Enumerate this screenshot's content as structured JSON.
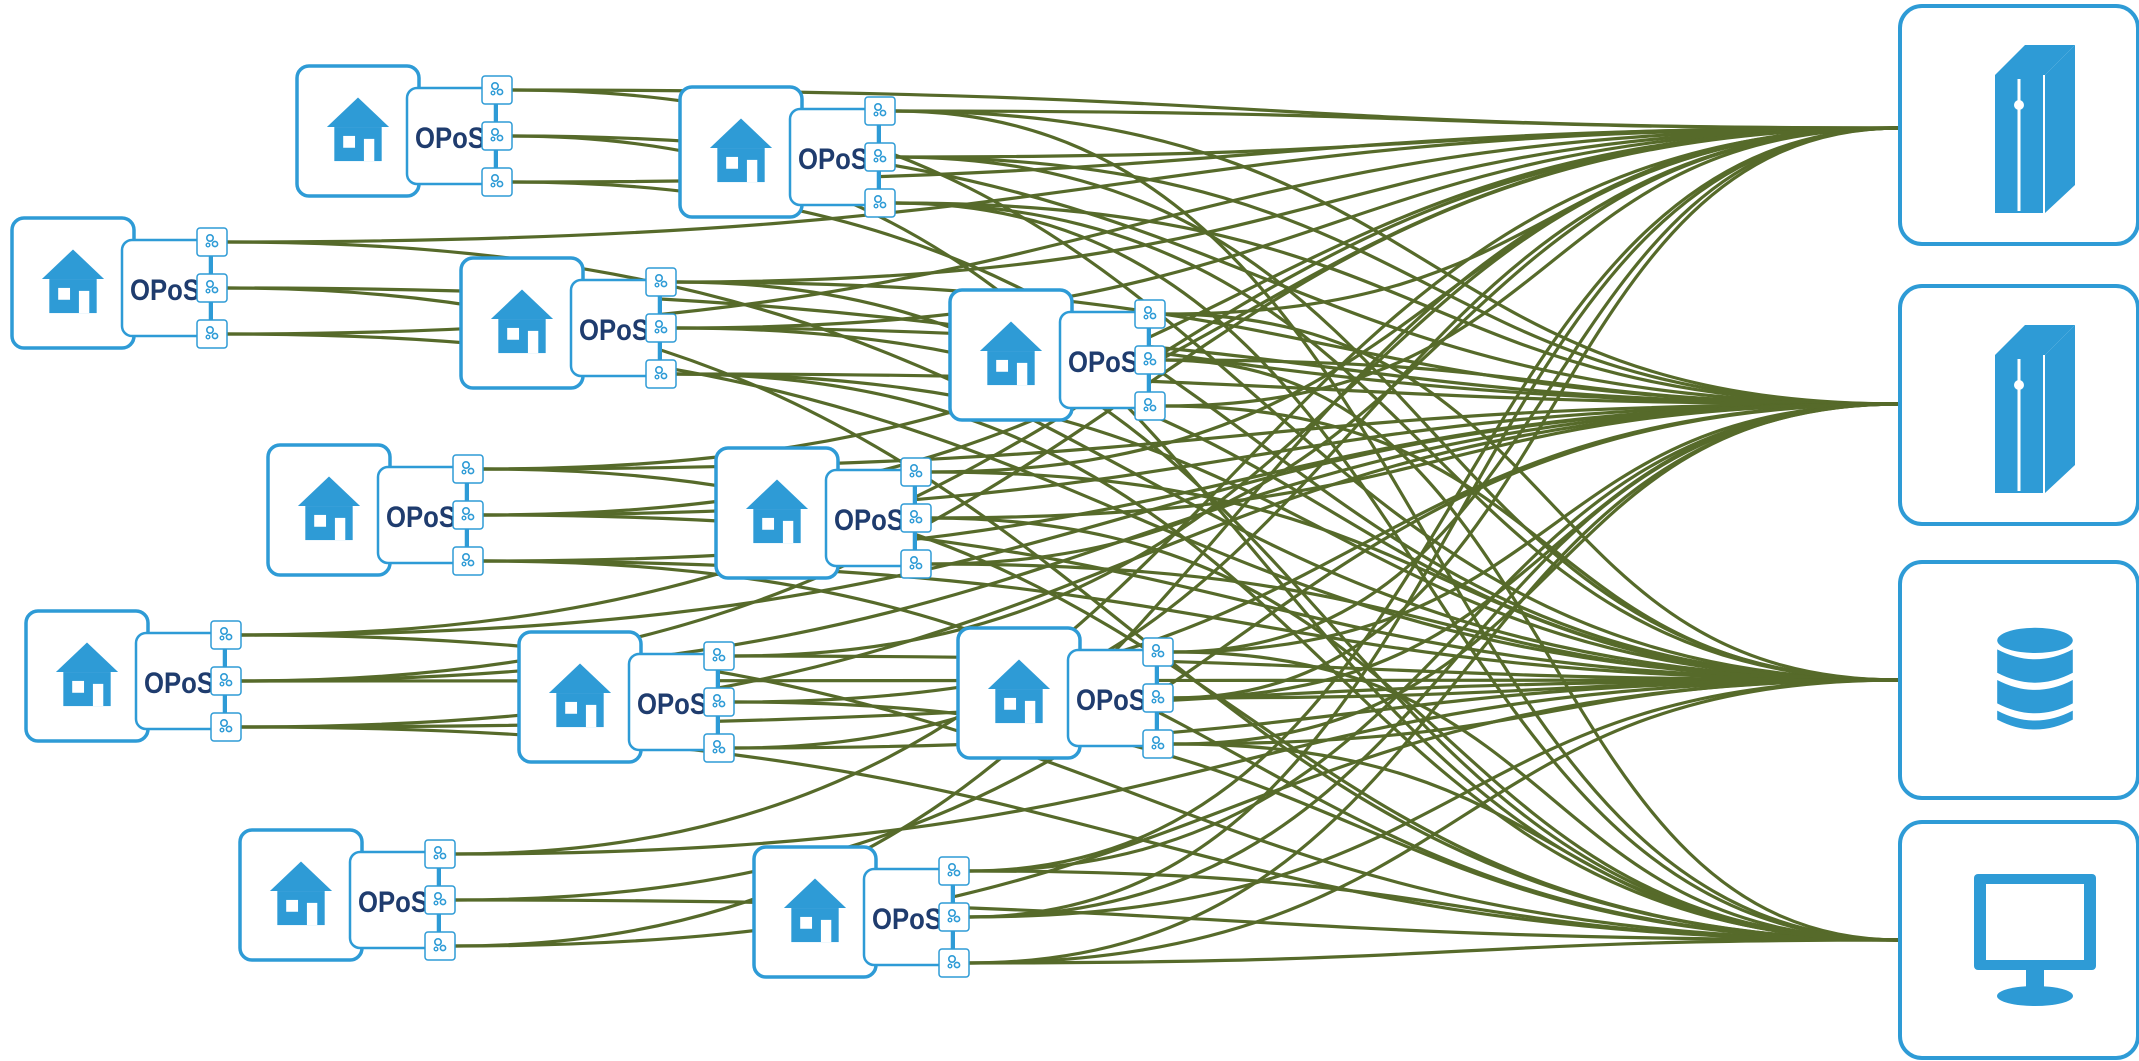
{
  "colors": {
    "box_border": "#2e9bd6",
    "icon_fill": "#2e9bd6",
    "edge": "#566a2a",
    "label_text": "#1f3c6e"
  },
  "site_label": "OPoS",
  "sites": [
    {
      "id": "site-1",
      "icon": "house-icon"
    },
    {
      "id": "site-2",
      "icon": "house-icon"
    },
    {
      "id": "site-3",
      "icon": "house-icon"
    },
    {
      "id": "site-4",
      "icon": "house-icon"
    },
    {
      "id": "site-5",
      "icon": "house-icon"
    },
    {
      "id": "site-6",
      "icon": "house-icon"
    },
    {
      "id": "site-7",
      "icon": "house-icon"
    },
    {
      "id": "site-8",
      "icon": "house-icon"
    },
    {
      "id": "site-9",
      "icon": "house-icon"
    },
    {
      "id": "site-10",
      "icon": "house-icon"
    },
    {
      "id": "site-11",
      "icon": "house-icon"
    },
    {
      "id": "site-12",
      "icon": "house-icon"
    }
  ],
  "port_icon": "gears-icon",
  "targets": [
    {
      "id": "server-1",
      "icon": "server-icon"
    },
    {
      "id": "server-2",
      "icon": "server-icon"
    },
    {
      "id": "database",
      "icon": "database-icon"
    },
    {
      "id": "monitor",
      "icon": "monitor-icon"
    }
  ]
}
